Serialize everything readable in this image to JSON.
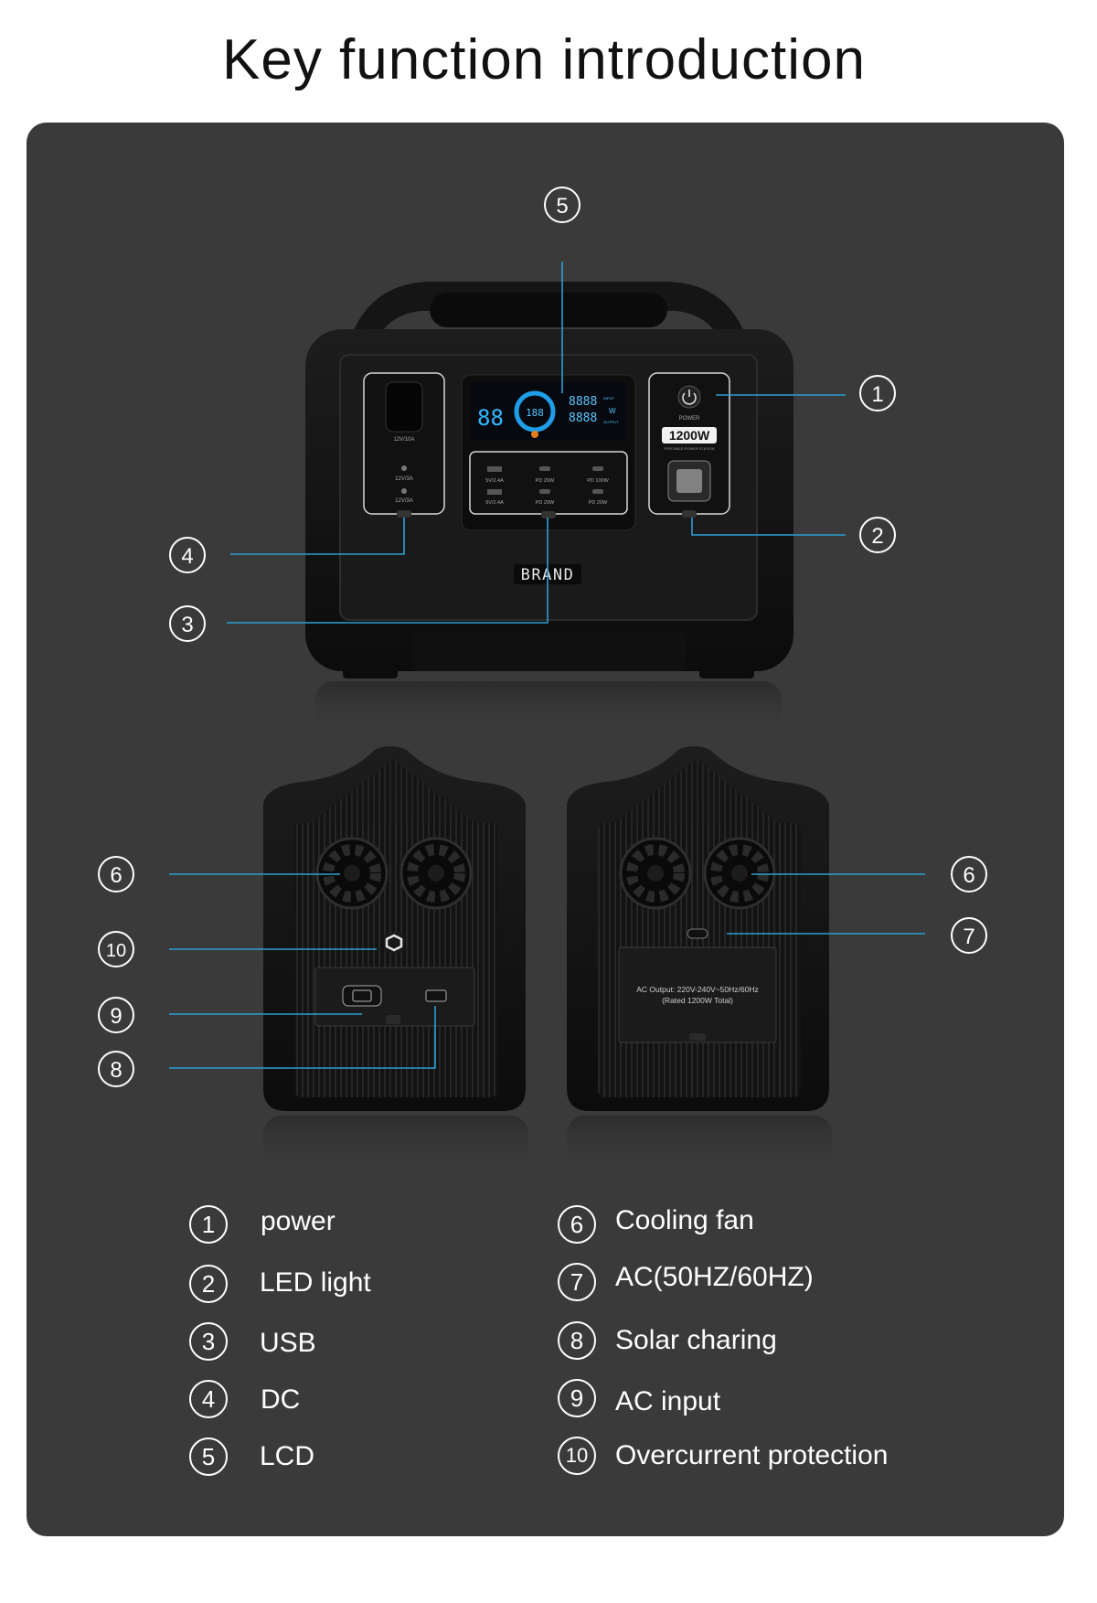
{
  "title": "Key function introduction",
  "colors": {
    "panel": "#3a3a3a",
    "callout_line": "#2b9fd3",
    "device": "#141414",
    "text": "#ffffff"
  },
  "callout_numbers": {
    "n1": "1",
    "n2": "2",
    "n3": "3",
    "n4": "4",
    "n5": "5",
    "n6": "6",
    "n7": "7",
    "n8": "8",
    "n9": "9",
    "n10": "10"
  },
  "device_front": {
    "brand": "BRAND",
    "power_label": "POWER",
    "wattage": "1200W",
    "station_label": "PORTABLE POWER STATION",
    "dc_labels": [
      "12V/10A",
      "12V/3A",
      "12V/3A"
    ],
    "usb_labels": [
      "5V/2.4A",
      "PD 20W",
      "PD 100W",
      "5V/2.4A",
      "PD 20W",
      "PD 20W"
    ],
    "lcd_left": "88",
    "lcd_center": "188",
    "lcd_right_top": "8888",
    "lcd_right_bottom": "8888",
    "lcd_unit": "W",
    "lcd_input": "INPUT",
    "lcd_output": "OUTPUT"
  },
  "device_back": {
    "ac_output_line1": "AC Output: 220V-240V~50Hz/60Hz",
    "ac_output_line2": "(Rated 1200W Total)"
  },
  "legend": [
    {
      "num": "1",
      "label": "power"
    },
    {
      "num": "2",
      "label": "LED light"
    },
    {
      "num": "3",
      "label": "USB"
    },
    {
      "num": "4",
      "label": "DC"
    },
    {
      "num": "5",
      "label": "LCD"
    },
    {
      "num": "6",
      "label": "Cooling fan"
    },
    {
      "num": "7",
      "label": "AC(50HZ/60HZ)"
    },
    {
      "num": "8",
      "label": "Solar charing"
    },
    {
      "num": "9",
      "label": "AC input"
    },
    {
      "num": "10",
      "label": "Overcurrent protection"
    }
  ]
}
